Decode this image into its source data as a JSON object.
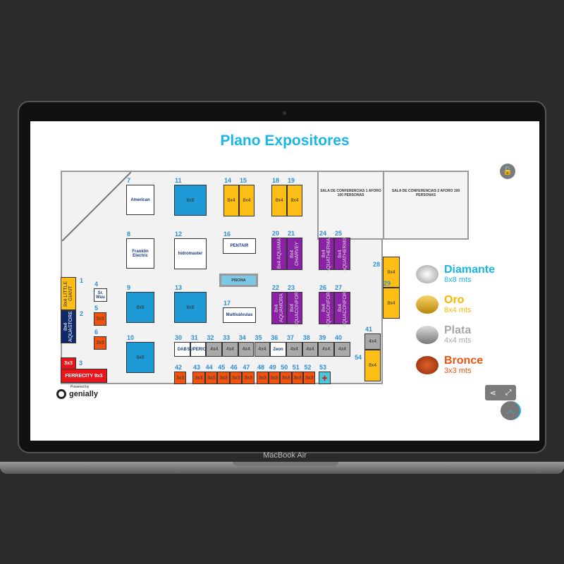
{
  "device_label": "MacBook Air",
  "title": "Plano Expositores",
  "rooms": [
    "SALA DE CONFERENCIAS 1 AFORO 100 PERSONAS",
    "SALA DE CONFERENCIAS 2 AFORO 100 PERSONAS"
  ],
  "booths": [
    {
      "num": "1",
      "text": "8x4 LITTLE GIANT",
      "type": "y"
    },
    {
      "num": "2",
      "text": "8x4 AQUASTORE",
      "type": "n"
    },
    {
      "num": "3",
      "text": "FERRECITY 9x3",
      "type": "r"
    },
    {
      "num": "4",
      "text": "Sr. Wuu",
      "type": "w"
    },
    {
      "num": "5",
      "text": "3x3",
      "type": "o"
    },
    {
      "num": "6",
      "text": "3x3",
      "type": "o"
    },
    {
      "num": "7",
      "text": "American",
      "type": "w"
    },
    {
      "num": "8",
      "text": "Franklin Electric",
      "type": "w"
    },
    {
      "num": "9",
      "text": "8x8",
      "type": "b"
    },
    {
      "num": "10",
      "text": "8x8",
      "type": "b"
    },
    {
      "num": "11",
      "text": "8x8",
      "type": "b"
    },
    {
      "num": "12",
      "text": "hidromaster",
      "type": "w"
    },
    {
      "num": "13",
      "text": "8x8",
      "type": "b"
    },
    {
      "num": "14",
      "text": "8x4",
      "type": "y"
    },
    {
      "num": "15",
      "text": "8x4",
      "type": "y"
    },
    {
      "num": "16",
      "text": "PENTAIR",
      "type": "w"
    },
    {
      "num": "17",
      "text": "Multiválvulas",
      "type": "w"
    },
    {
      "num": "18",
      "text": "8x4",
      "type": "y"
    },
    {
      "num": "19",
      "text": "8x4",
      "type": "y"
    },
    {
      "num": "20",
      "text": "8x4 AQUAMA",
      "type": "p"
    },
    {
      "num": "21",
      "text": "8x4 OHARVEY",
      "type": "p"
    },
    {
      "num": "22",
      "text": "8x4 AQUAMORA",
      "type": "p"
    },
    {
      "num": "23",
      "text": "8x4 AQUACONFORT",
      "type": "p"
    },
    {
      "num": "24",
      "text": "8x4 AQUATHERMAX",
      "type": "p"
    },
    {
      "num": "25",
      "text": "8x4 AQUATHERMIX",
      "type": "p"
    },
    {
      "num": "26",
      "text": "8x4 AQUACONFORT",
      "type": "p"
    },
    {
      "num": "27",
      "text": "8x4 AQUACONFORT",
      "type": "p"
    },
    {
      "num": "28",
      "text": "8x4",
      "type": "y"
    },
    {
      "num": "29",
      "text": "8x4",
      "type": "y"
    },
    {
      "num": "30",
      "text": "DAB",
      "type": "w"
    },
    {
      "num": "31",
      "text": "SUPERIOR",
      "type": "w"
    },
    {
      "num": "32",
      "text": "4x4",
      "type": "g"
    },
    {
      "num": "33",
      "text": "4x4",
      "type": "g"
    },
    {
      "num": "34",
      "text": "4x4",
      "type": "g"
    },
    {
      "num": "35",
      "text": "4x4",
      "type": "g"
    },
    {
      "num": "36",
      "text": "Zeon",
      "type": "w"
    },
    {
      "num": "37",
      "text": "4x4",
      "type": "g"
    },
    {
      "num": "38",
      "text": "4x4",
      "type": "g"
    },
    {
      "num": "39",
      "text": "4x4",
      "type": "g"
    },
    {
      "num": "40",
      "text": "4x4",
      "type": "g"
    },
    {
      "num": "41",
      "text": "4x4",
      "type": "g"
    },
    {
      "num": "42",
      "text": "3x3",
      "type": "o"
    },
    {
      "num": "43",
      "text": "3x3",
      "type": "o"
    },
    {
      "num": "44",
      "text": "3x3",
      "type": "o"
    },
    {
      "num": "45",
      "text": "3x3",
      "type": "o"
    },
    {
      "num": "46",
      "text": "3x3",
      "type": "o"
    },
    {
      "num": "47",
      "text": "3x3",
      "type": "o"
    },
    {
      "num": "48",
      "text": "3x3",
      "type": "o"
    },
    {
      "num": "49",
      "text": "3x3",
      "type": "o"
    },
    {
      "num": "50",
      "text": "3x3",
      "type": "o"
    },
    {
      "num": "51",
      "text": "3x3",
      "type": "o"
    },
    {
      "num": "52",
      "text": "3x3",
      "type": "o"
    },
    {
      "num": "53",
      "text": "+",
      "type": "c"
    },
    {
      "num": "54",
      "text": "8x4",
      "type": "y"
    },
    {
      "num": "",
      "text": "3x3",
      "type": "r"
    },
    {
      "num": "",
      "text": "PISCINA",
      "type": "pool"
    }
  ],
  "legend": [
    {
      "name": "Diamante",
      "size": "8x8 mts",
      "color": "#1ab6e8",
      "icon": "diamond-icon"
    },
    {
      "name": "Oro",
      "size": "8x4 mts",
      "color": "#f5b800",
      "icon": "gold-bars-icon"
    },
    {
      "name": "Plata",
      "size": "4x4 mts",
      "color": "#a8a8a8",
      "icon": "silver-coins-icon"
    },
    {
      "name": "Bronce",
      "size": "3x3 mts",
      "color": "#f2520f",
      "icon": "bronze-coins-icon"
    }
  ],
  "powered_by": "Powered by",
  "genially": "genially"
}
